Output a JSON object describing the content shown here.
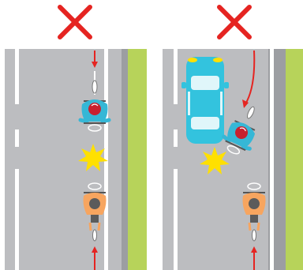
{
  "scenes": [
    {
      "id": "left",
      "verdict": "wrong",
      "elements": [
        "wrong-way-cyclist",
        "collision-burst",
        "correct-way-cyclist"
      ]
    },
    {
      "id": "right",
      "verdict": "wrong",
      "elements": [
        "parked-car",
        "swerving-wrong-way-cyclist",
        "collision-burst",
        "correct-way-cyclist"
      ]
    }
  ],
  "colors": {
    "road": "#bcbdc0",
    "road_edge": "#9c9ea2",
    "lane_marking": "#ffffff",
    "grass": "#b7d35a",
    "x_mark": "#e52421",
    "direction_arrow": "#e52421",
    "car": "#33c3de",
    "cyclist_blue_shirt": "#36b7d6",
    "cyclist_blue_helmet": "#c8202f",
    "cyclist_orange_shirt": "#f7a55f",
    "cyclist_orange_helmet": "#5b5b5b",
    "collision_burst": "#ffe000"
  },
  "icons": [
    "x-mark-icon",
    "arrow-down-icon",
    "arrow-up-icon",
    "collision-burst-icon",
    "car-icon",
    "cyclist-icon"
  ]
}
